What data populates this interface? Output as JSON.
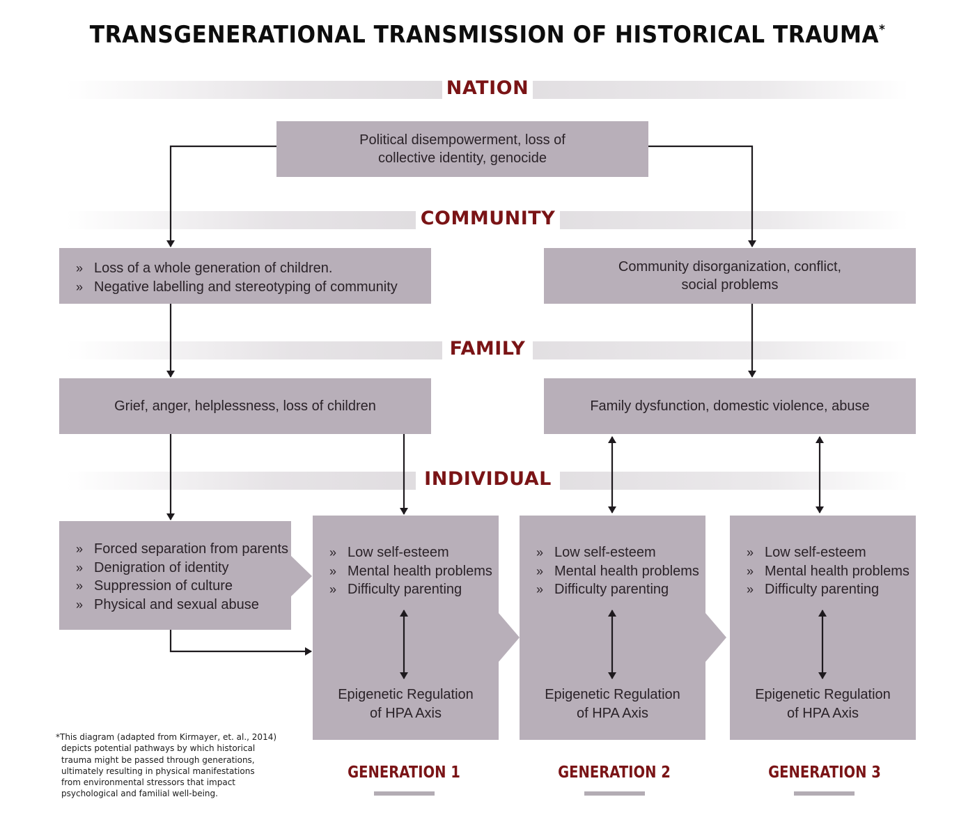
{
  "title": "TRANSGENERATIONAL TRANSMISSION OF HISTORICAL TRAUMA",
  "title_marker": "*",
  "levels": {
    "nation": "NATION",
    "community": "COMMUNITY",
    "family": "FAMILY",
    "individual": "INDIVIDUAL"
  },
  "nation_box": {
    "line1": "Political disempowerment, loss of",
    "line2": "collective identity, genocide"
  },
  "community_left": {
    "bullet": "»",
    "items": [
      "Loss of a whole generation of children.",
      "Negative labelling and stereotyping of community"
    ]
  },
  "community_right": {
    "line1": "Community disorganization, conflict,",
    "line2": "social problems"
  },
  "family_left": {
    "text": "Grief, anger, helplessness, loss of children"
  },
  "family_right": {
    "text": "Family dysfunction, domestic violence, abuse"
  },
  "individual_source": {
    "bullet": "»",
    "items": [
      "Forced separation from parents",
      "Denigration of identity",
      "Suppression of culture",
      "Physical and sexual abuse"
    ]
  },
  "generations": [
    {
      "label": "GENERATION 1",
      "bullet": "»",
      "items": [
        "Low self-esteem",
        "Mental health problems",
        "Difficulty parenting"
      ],
      "epi_line1": "Epigenetic Regulation",
      "epi_line2": "of HPA Axis"
    },
    {
      "label": "GENERATION 2",
      "bullet": "»",
      "items": [
        "Low self-esteem",
        "Mental health problems",
        "Difficulty parenting"
      ],
      "epi_line1": "Epigenetic Regulation",
      "epi_line2": "of HPA Axis"
    },
    {
      "label": "GENERATION 3",
      "bullet": "»",
      "items": [
        "Low self-esteem",
        "Mental health problems",
        "Difficulty parenting"
      ],
      "epi_line1": "Epigenetic Regulation",
      "epi_line2": "of HPA Axis"
    }
  ],
  "footnote": {
    "marker": "*",
    "lines": [
      "This diagram (adapted from Kirmayer, et. al., 2014)",
      "depicts potential pathways by which historical",
      "trauma might be passed through generations,",
      "ultimately resulting in physical manifestations",
      "from environmental stressors that impact",
      "psychological and familial well-being."
    ]
  },
  "colors": {
    "box_fill": "#b8afb9",
    "level_label": "#7a1416",
    "arrow": "#1e1a1e",
    "generation_bar": "#b3acb4"
  }
}
